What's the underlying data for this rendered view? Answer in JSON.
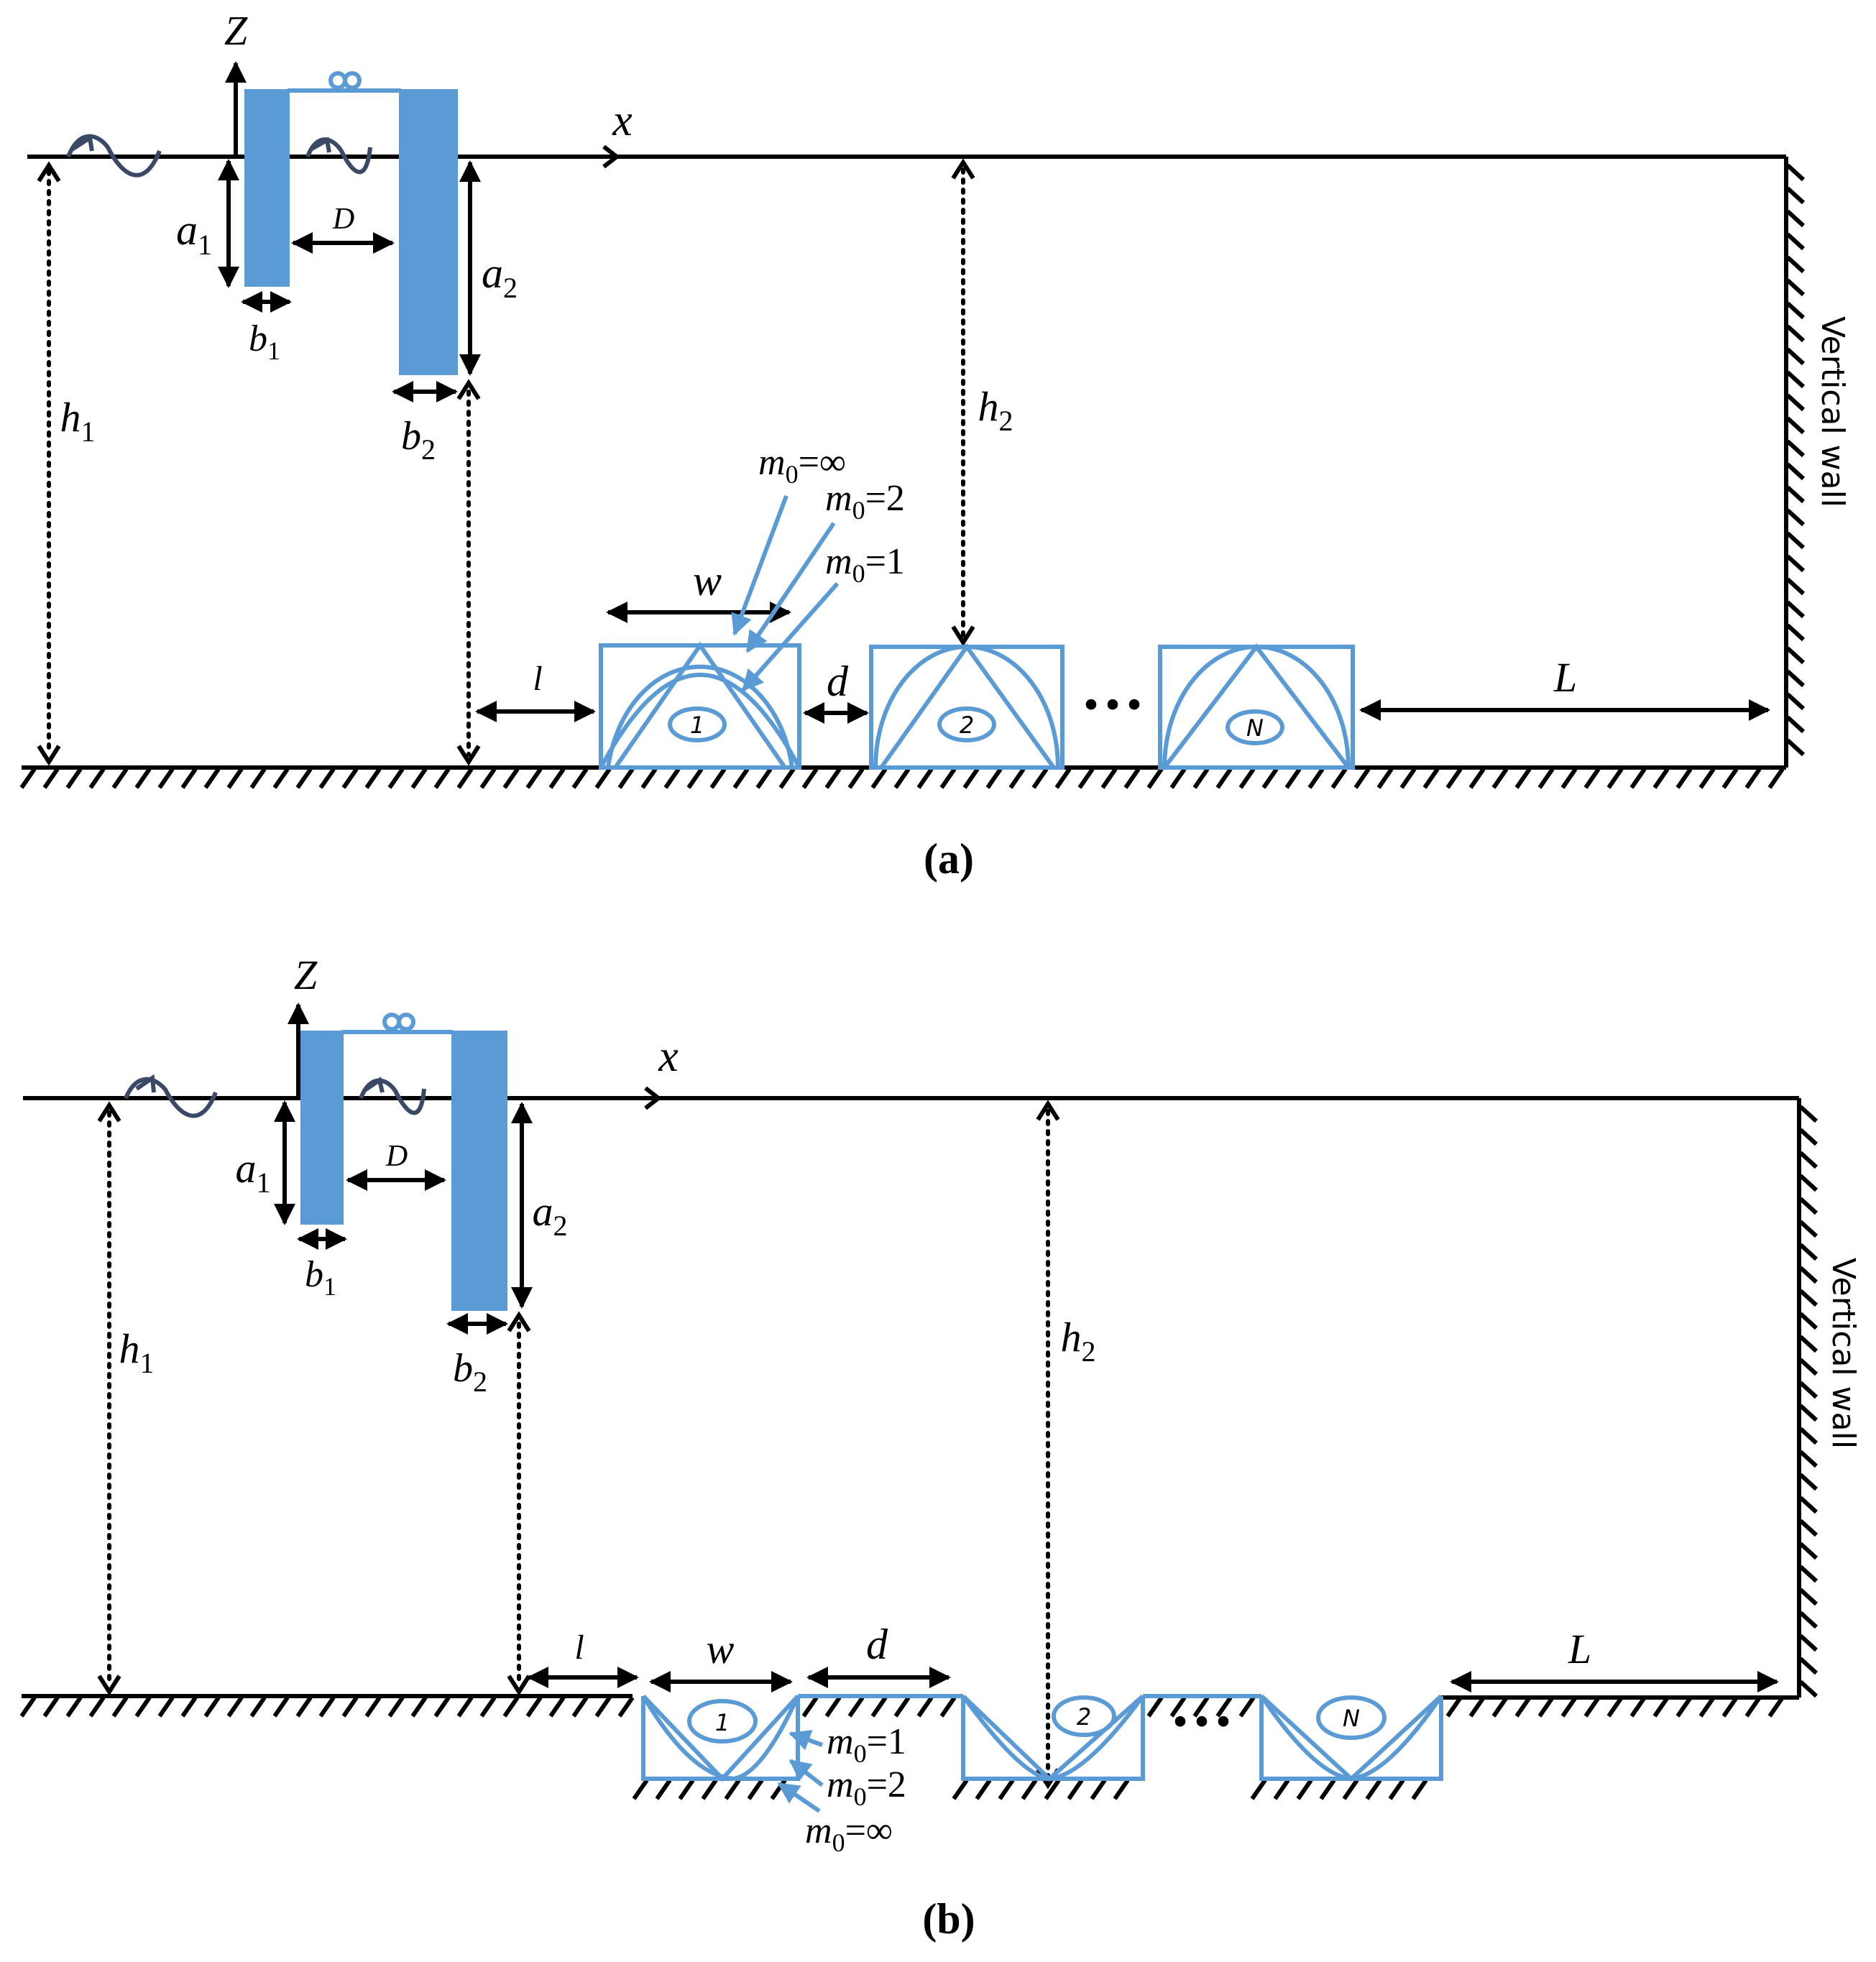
{
  "panels": [
    {
      "id": "a",
      "caption": "(a)",
      "labels": {
        "Z": "Z",
        "x": "x",
        "a1": "a",
        "a1_sub": "1",
        "a2": "a",
        "a2_sub": "2",
        "b1": "b",
        "b1_sub": "1",
        "b2": "b",
        "b2_sub": "2",
        "D": "D",
        "h1": "h",
        "h1_sub": "1",
        "h2": "h",
        "h2_sub": "2",
        "l": "l",
        "w": "w",
        "d": "d",
        "L": "L",
        "m_inf": "m",
        "m_inf_sub": "0",
        "m_inf_val": "=∞",
        "m_2": "m",
        "m_2_sub": "0",
        "m_2_val": "=2",
        "m_1": "m",
        "m_1_sub": "0",
        "m_1_val": "=1",
        "bar1": "1",
        "bar2": "2",
        "barN": "N",
        "ellipsis": "···",
        "wall": "Vertical wall"
      }
    },
    {
      "id": "b",
      "caption": "(b)",
      "labels": {
        "Z": "Z",
        "x": "x",
        "a1": "a",
        "a1_sub": "1",
        "a2": "a",
        "a2_sub": "2",
        "b1": "b",
        "b1_sub": "1",
        "b2": "b",
        "b2_sub": "2",
        "D": "D",
        "h1": "h",
        "h1_sub": "1",
        "h2": "h",
        "h2_sub": "2",
        "l": "l",
        "w": "w",
        "d": "d",
        "L": "L",
        "m_1": "m",
        "m_1_sub": "0",
        "m_1_val": "=1",
        "m_2": "m",
        "m_2_sub": "0",
        "m_2_val": "=2",
        "m_inf": "m",
        "m_inf_sub": "0",
        "m_inf_val": "=∞",
        "bar1": "1",
        "bar2": "2",
        "barN": "N",
        "ellipsis": "···",
        "wall": "Vertical wall"
      }
    }
  ],
  "colors": {
    "structure": "#5b9bd5",
    "line": "#000000",
    "wave": "#3a4a66"
  }
}
